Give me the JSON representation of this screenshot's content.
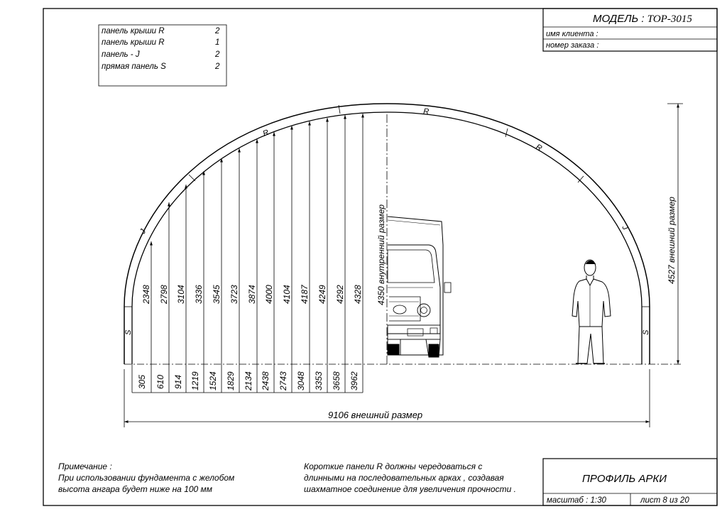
{
  "title_block": {
    "model_label": "МОДЕЛЬ : ",
    "model_value": "TOP-3015",
    "client_label": "имя клиента :",
    "order_label": "номер заказа :",
    "drawing_title": "ПРОФИЛЬ АРКИ",
    "scale_text": "масштаб : 1:30",
    "sheet_text": "лист 8 из 20"
  },
  "panels_table": [
    {
      "name": "панель крыши R",
      "qty": "2"
    },
    {
      "name": "панель крыши R",
      "qty": "1"
    },
    {
      "name": "панель - J",
      "qty": "2"
    },
    {
      "name": "прямая панель S",
      "qty": "2"
    }
  ],
  "arch_labels": {
    "roof_r": "R",
    "j_panel": "J",
    "s_panel": "S"
  },
  "heights": [
    "2348",
    "2798",
    "3104",
    "3336",
    "3545",
    "3723",
    "3874",
    "4000",
    "4104",
    "4187",
    "4249",
    "4292",
    "4328"
  ],
  "offsets": [
    "305",
    "610",
    "914",
    "1219",
    "1524",
    "1829",
    "2134",
    "2438",
    "2743",
    "3048",
    "3353",
    "3658",
    "3962"
  ],
  "dimensions": {
    "inner_height": "4350 внутренний размер",
    "outer_height": "4527 внешний размер",
    "outer_width": "9106 внешний размер"
  },
  "notes": {
    "note_title": "Примечание :",
    "note_line1": "При использовании фундамента с желобом",
    "note_line2": "высота ангара будет ниже на  100  мм",
    "panel_line1": "Короткие панели  R  должны чередоваться с",
    "panel_line2": "длинными на последовательных арках , создавая",
    "panel_line3": "шахматное соединение для увеличения прочности ."
  }
}
